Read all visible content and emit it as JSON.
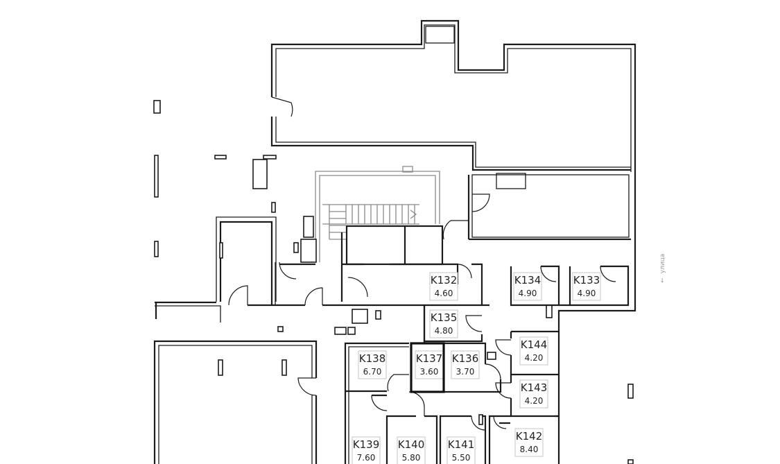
{
  "floor_plan": {
    "street_label": "улица",
    "selected_unit": "K137",
    "units": [
      {
        "code": "K132",
        "area": "4.60"
      },
      {
        "code": "K133",
        "area": "4.90"
      },
      {
        "code": "K134",
        "area": "4.90"
      },
      {
        "code": "K135",
        "area": "4.80"
      },
      {
        "code": "K136",
        "area": "3.70"
      },
      {
        "code": "K137",
        "area": "3.60"
      },
      {
        "code": "K138",
        "area": "6.70"
      },
      {
        "code": "K139",
        "area": "7.60"
      },
      {
        "code": "K140",
        "area": "5.80"
      },
      {
        "code": "K141",
        "area": "5.50"
      },
      {
        "code": "K142",
        "area": "8.40"
      },
      {
        "code": "K143",
        "area": "4.20"
      },
      {
        "code": "K144",
        "area": "4.20"
      }
    ]
  }
}
